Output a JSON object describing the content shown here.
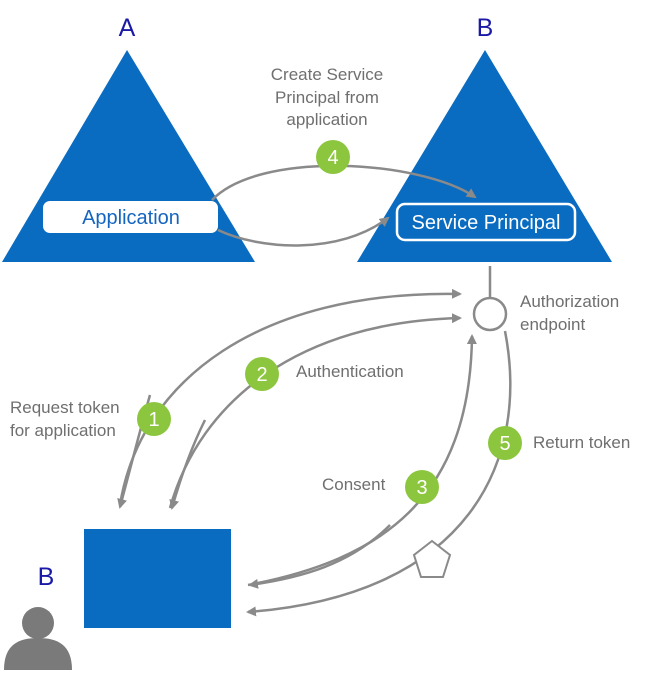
{
  "tenants": {
    "a_label": "A",
    "b_label": "B",
    "user_tenant_label": "B"
  },
  "boxes": {
    "application": "Application",
    "service_principal": "Service Principal"
  },
  "labels": {
    "create_sp_line1": "Create Service",
    "create_sp_line2": "Principal from",
    "create_sp_line3": "application",
    "auth_endpoint_line1": "Authorization",
    "auth_endpoint_line2": "endpoint",
    "authentication": "Authentication",
    "request_token_line1": "Request token",
    "request_token_line2": "for application",
    "consent": "Consent",
    "return_token": "Return token"
  },
  "steps": {
    "s1": "1",
    "s2": "2",
    "s3": "3",
    "s4": "4",
    "s5": "5"
  },
  "colors": {
    "blue": "#0a6cc1",
    "green": "#8cc63f",
    "arrow_grey": "#8a8a8a",
    "text_grey": "#6f6f6f",
    "tenant_label": "#1a1aa6",
    "user_grey": "#7a7a7a"
  }
}
